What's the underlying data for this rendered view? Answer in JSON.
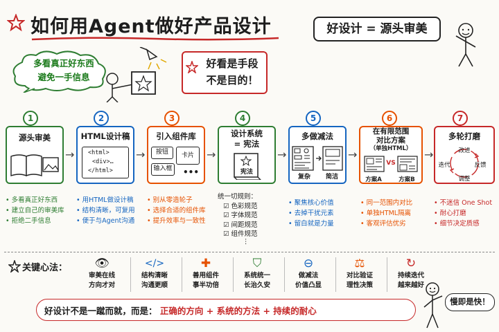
{
  "title": "如何用Agent做好产品设计",
  "principle": "好设计 = 源头审美",
  "cloud_line1": "多看真正好东西",
  "cloud_line2": "避免一手信息",
  "callout_line1": "好看是手段",
  "callout_line2": "不是目的！",
  "steps": [
    {
      "num": "1",
      "title": "源头审美",
      "bullets": [
        "多看真正好东西",
        "建立自己的审美库",
        "拒绝二手信息"
      ],
      "color": "#2e7d32"
    },
    {
      "num": "2",
      "title": "HTML设计稿",
      "code": [
        "<html>",
        "<div>…",
        "</html>"
      ],
      "bullets": [
        "用HTML做设计稿",
        "结构清晰，可复用",
        "便于与Agent沟通"
      ],
      "color": "#1565c0"
    },
    {
      "num": "3",
      "title": "引入组件库",
      "parts": [
        "按钮",
        "卡片",
        "输入框"
      ],
      "bullets": [
        "别从零造轮子",
        "选择合适的组件库",
        "提升效率与一致性"
      ],
      "color": "#e65100"
    },
    {
      "num": "4",
      "title_line1": "设计系统",
      "title_line2": "= 宪法",
      "book_label": "宪法",
      "rules_title": "统一切规则：",
      "rules": [
        "色彩规范",
        "字体规范",
        "间距规范",
        "组件规范"
      ],
      "color": "#2e7d32"
    },
    {
      "num": "5",
      "title": "多做减法",
      "labels": [
        "复杂",
        "简洁"
      ],
      "bullets": [
        "聚焦核心价值",
        "去掉干扰元素",
        "留白就是力量"
      ],
      "color": "#1565c0"
    },
    {
      "num": "6",
      "title_line1": "在有限范围",
      "title_line2": "对比方案",
      "title_line3": "（单独HTML）",
      "plan_a": "方案A",
      "vs": "VS",
      "plan_b": "方案B",
      "bullets": [
        "同一范围内对比",
        "单独HTML隔离",
        "客观评估优劣"
      ],
      "color": "#e65100"
    },
    {
      "num": "7",
      "title": "多轮打磨",
      "cycle": [
        "改进",
        "反馈",
        "调整",
        "迭代"
      ],
      "bullets": [
        "不迷信 One Shot",
        "耐心打磨",
        "细节决定质感"
      ],
      "color": "#c62828"
    }
  ],
  "mindset_label": "关键心法：",
  "mindset": [
    {
      "icon": "👁",
      "line1": "审美在线",
      "line2": "方向才对"
    },
    {
      "icon": "</>",
      "line1": "结构清晰",
      "line2": "沟通更顺"
    },
    {
      "icon": "✚",
      "line1": "善用组件",
      "line2": "事半功倍"
    },
    {
      "icon": "⛉",
      "line1": "系统统一",
      "line2": "长治久安"
    },
    {
      "icon": "⊖",
      "line1": "做减法",
      "line2": "价值凸显"
    },
    {
      "icon": "⚖",
      "line1": "对比验证",
      "line2": "理性决策"
    },
    {
      "icon": "↻",
      "line1": "持续迭代",
      "line2": "越来越好"
    }
  ],
  "bottom_prefix": "好设计不是一蹴而就，而是：",
  "bottom_a": "正确的方向",
  "bottom_b": "系统的方法",
  "bottom_c": "持续的耐心",
  "speech": "慢即是快！"
}
